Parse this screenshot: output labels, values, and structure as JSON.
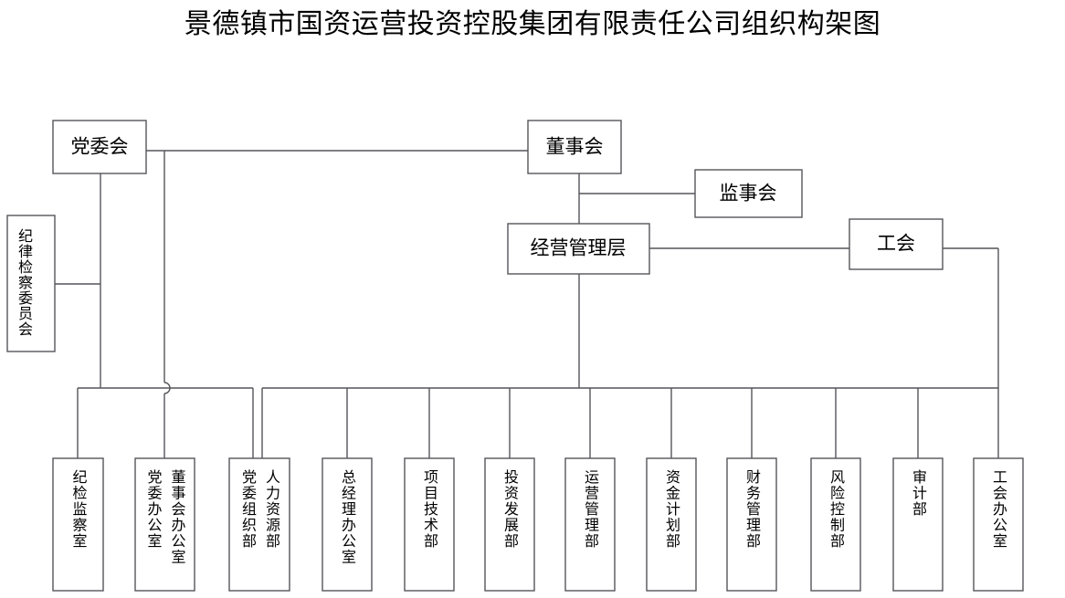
{
  "title": "景德镇市国资运营投资控股集团有限责任公司组织构架图",
  "diagram": {
    "type": "org-chart",
    "orientation": "top-down",
    "nodes": {
      "party_committee": {
        "label": "党委会",
        "orient": "horizontal"
      },
      "discipline_committee": {
        "label": "纪律检察委员会",
        "orient": "vertical"
      },
      "board_of_directors": {
        "label": "董事会",
        "orient": "horizontal"
      },
      "board_of_supervisors": {
        "label": "监事会",
        "orient": "horizontal"
      },
      "management": {
        "label": "经营管理层",
        "orient": "horizontal"
      },
      "labor_union": {
        "label": "工会",
        "orient": "horizontal"
      }
    },
    "departments": [
      {
        "id": "dept-discipline-office",
        "labels": [
          "纪检监察室"
        ]
      },
      {
        "id": "dept-board-party-office",
        "labels": [
          "董事会办公室",
          "党委办公室"
        ]
      },
      {
        "id": "dept-hr-party-org",
        "labels": [
          "人力资源部",
          "党委组织部"
        ]
      },
      {
        "id": "dept-gm-office",
        "labels": [
          "总经理办公室"
        ]
      },
      {
        "id": "dept-project-tech",
        "labels": [
          "项目技术部"
        ]
      },
      {
        "id": "dept-investment-dev",
        "labels": [
          "投资发展部"
        ]
      },
      {
        "id": "dept-operations-mgmt",
        "labels": [
          "运营管理部"
        ]
      },
      {
        "id": "dept-funds-plan",
        "labels": [
          "资金计划部"
        ]
      },
      {
        "id": "dept-finance-mgmt",
        "labels": [
          "财务管理部"
        ]
      },
      {
        "id": "dept-risk-control",
        "labels": [
          "风险控制部"
        ]
      },
      {
        "id": "dept-audit",
        "labels": [
          "审计部"
        ]
      },
      {
        "id": "dept-union-office",
        "labels": [
          "工会办公室"
        ]
      }
    ],
    "colors": {
      "stroke": "#55555a",
      "box_fill": "#ffffff",
      "text": "#000000",
      "background": "#ffffff"
    }
  }
}
